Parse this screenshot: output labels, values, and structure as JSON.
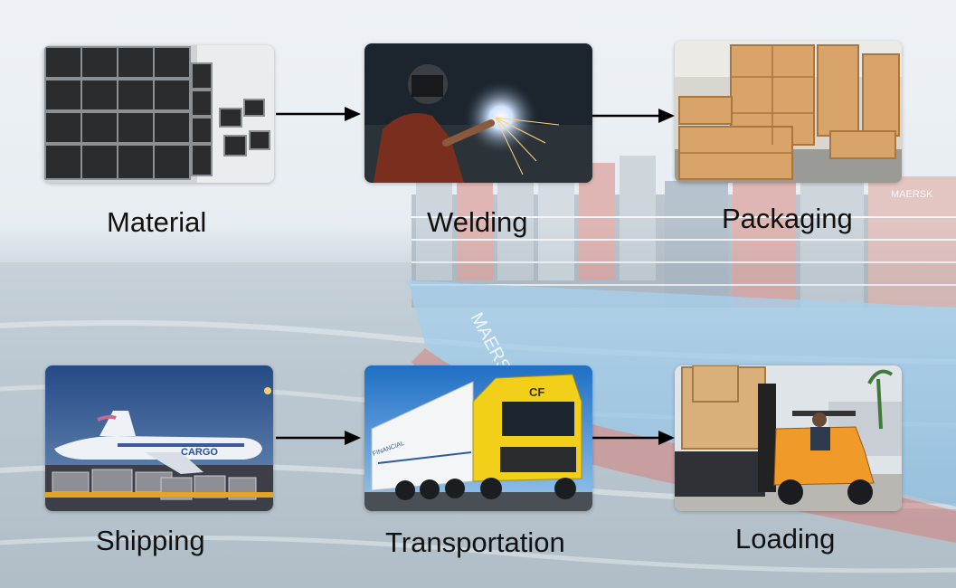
{
  "steps": [
    {
      "label": "Material"
    },
    {
      "label": "Welding"
    },
    {
      "label": "Packaging"
    },
    {
      "label": "Shipping"
    },
    {
      "label": "Transportation"
    },
    {
      "label": "Loading"
    }
  ],
  "ship_text": "MAERSK LINE",
  "container_brand": "MAERSK",
  "plane_text": "CARGO",
  "truck_side_text": "FINANCIAL",
  "truck_cab_text": "CF"
}
